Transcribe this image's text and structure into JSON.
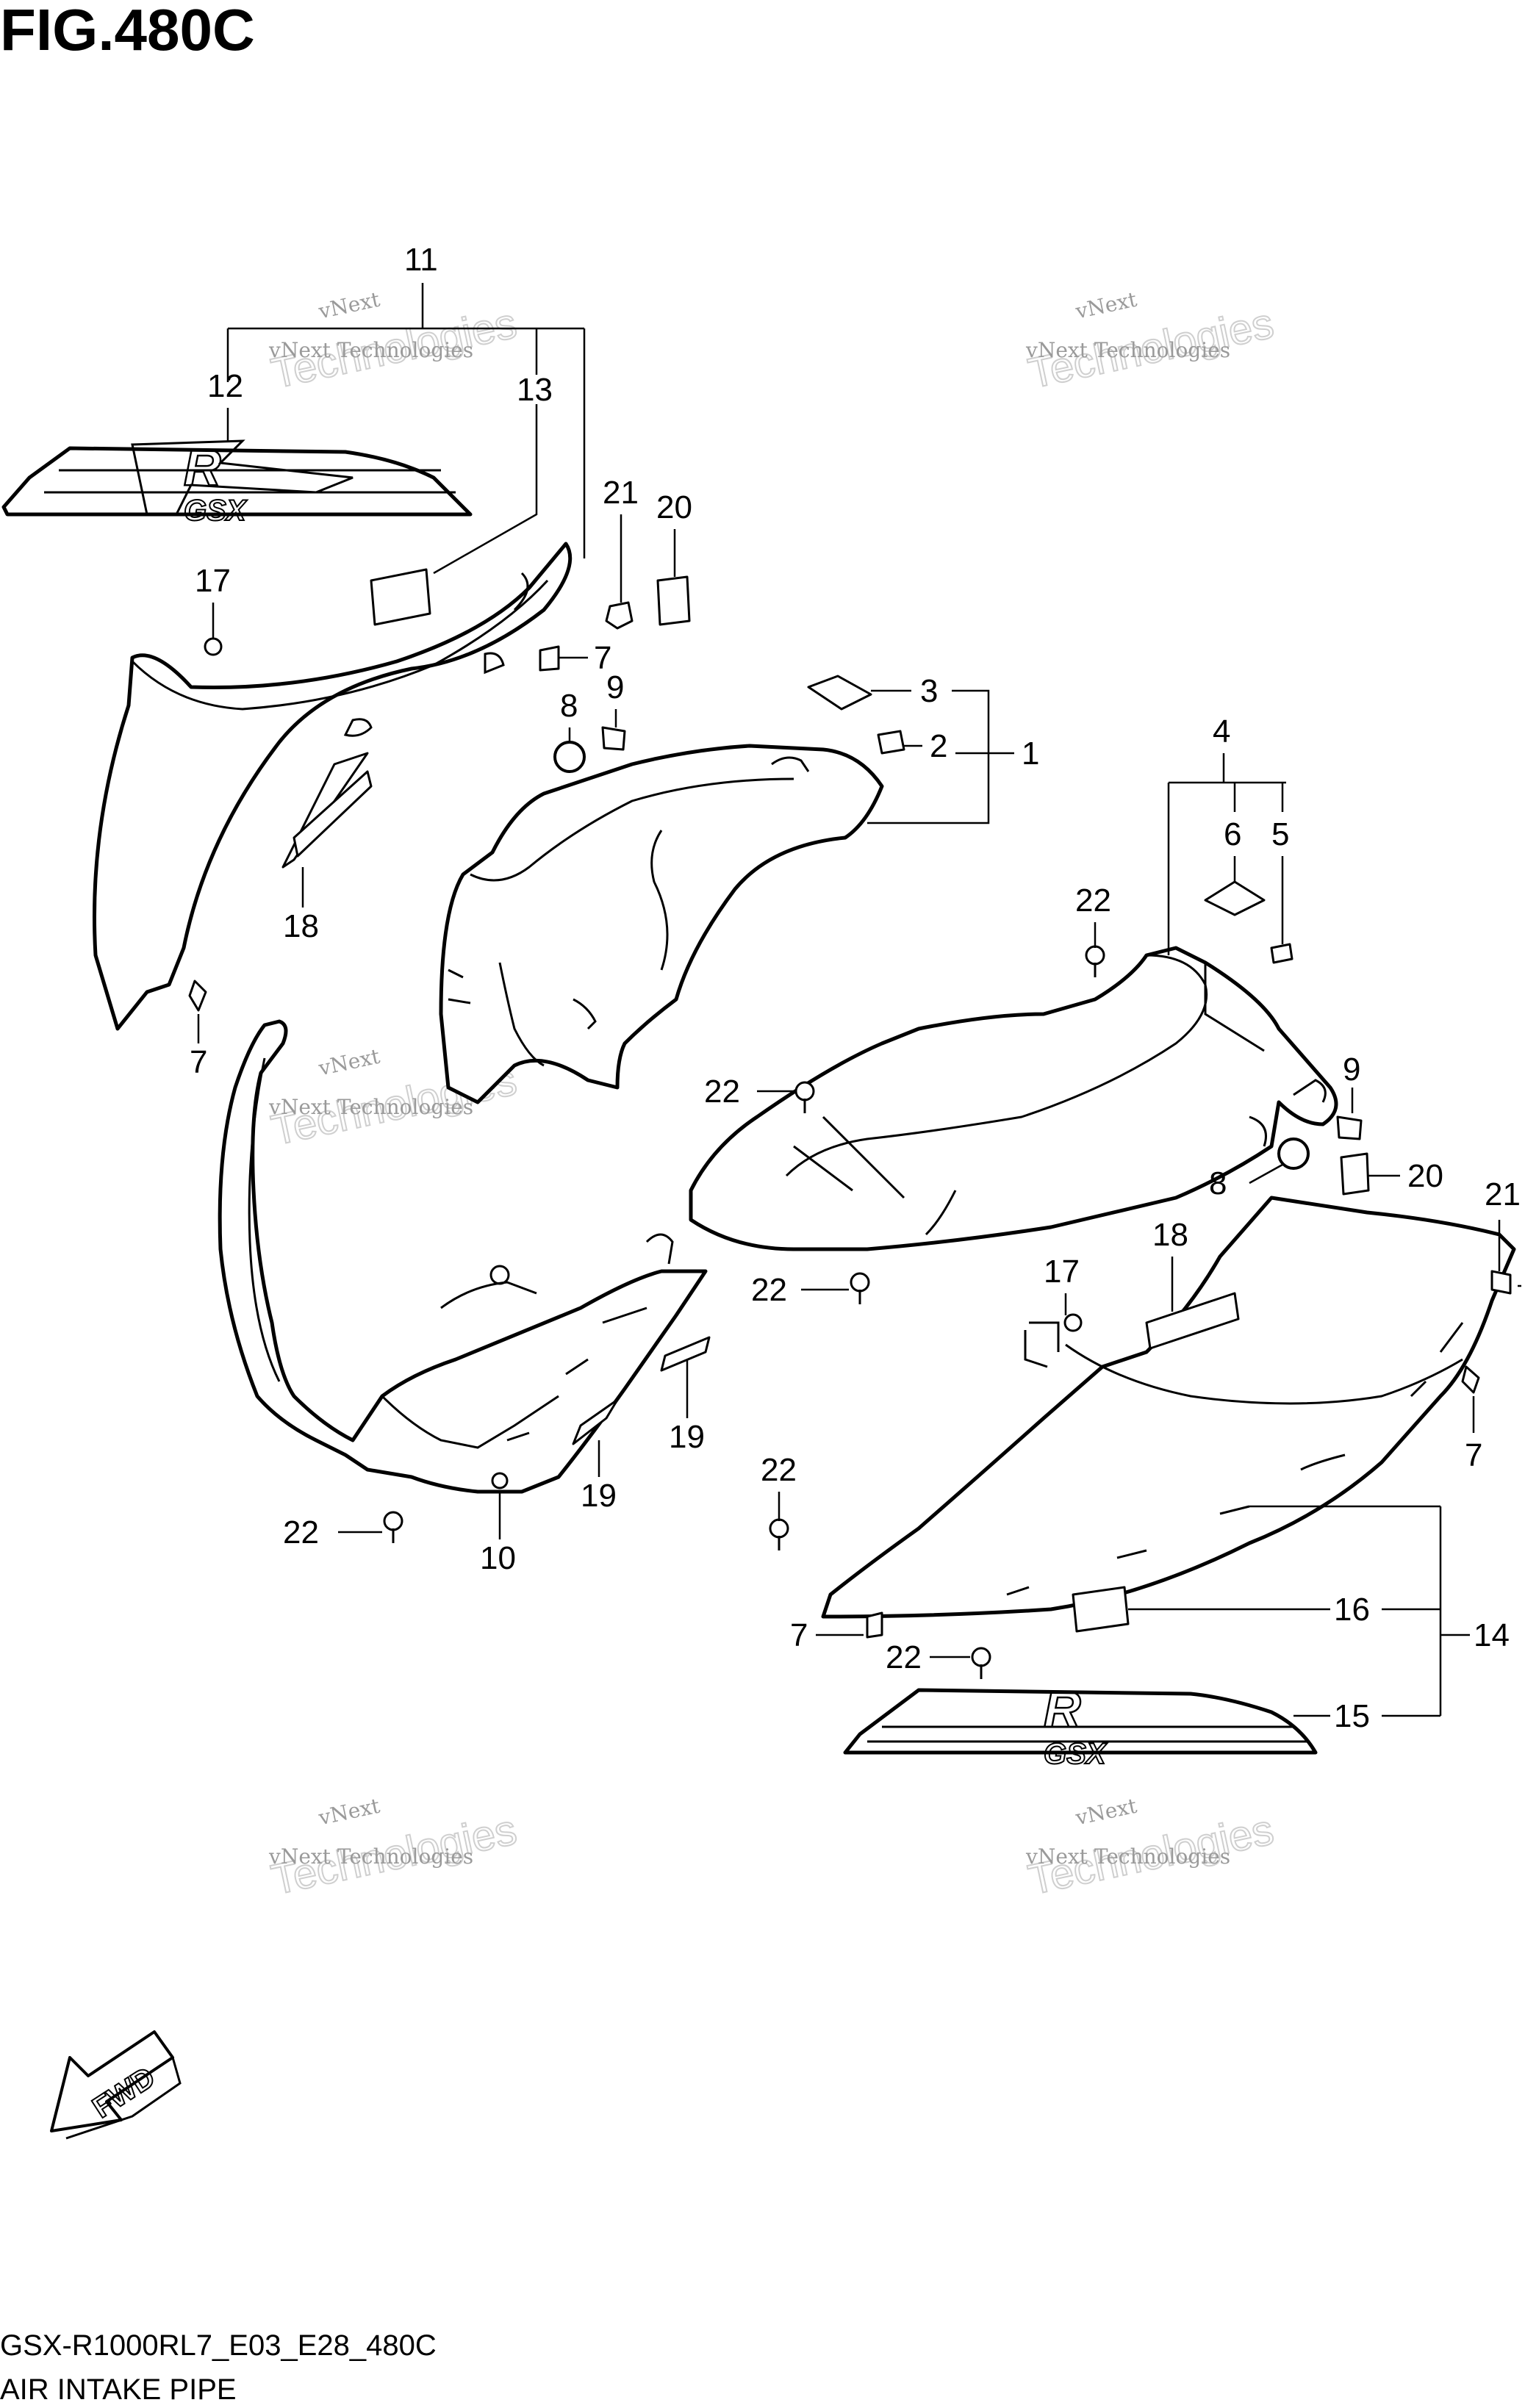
{
  "figure": {
    "title": "FIG.480C"
  },
  "footer": {
    "code": "GSX-R1000RL7_E03_E28_480C",
    "name": "AIR INTAKE PIPE"
  },
  "watermark": {
    "line1": "vNext",
    "line2": "vNext Technologies",
    "line3": "Technologies"
  },
  "decal": {
    "letter": "R",
    "badge": "GSX"
  },
  "fwd": {
    "label": "FWD"
  },
  "callouts": {
    "c1": "1",
    "c2": "2",
    "c3": "3",
    "c4": "4",
    "c5": "5",
    "c6": "6",
    "c7": "7",
    "c8": "8",
    "c9": "9",
    "c10": "10",
    "c11": "11",
    "c12": "12",
    "c13": "13",
    "c14": "14",
    "c15": "15",
    "c16": "16",
    "c17": "17",
    "c18": "18",
    "c19": "19",
    "c20": "20",
    "c21": "21",
    "c22": "22"
  }
}
